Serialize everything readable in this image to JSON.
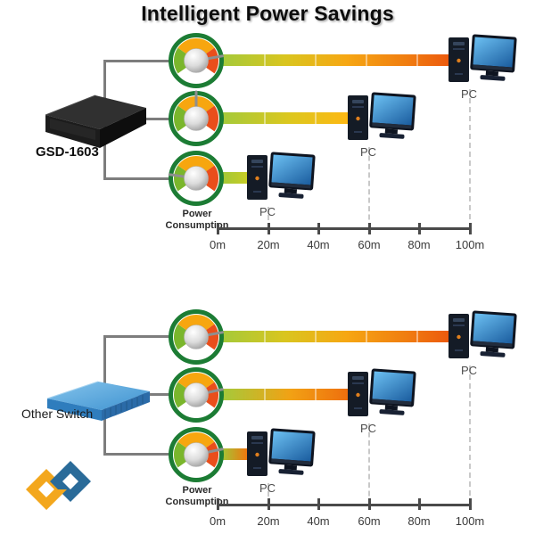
{
  "title": "Intelligent Power Savings",
  "caption": {
    "line1": "Power",
    "line2": "Consumption"
  },
  "ruler_labels": [
    "0m",
    "20m",
    "40m",
    "60m",
    "80m",
    "100m"
  ],
  "pc_label": "PC",
  "sections": [
    {
      "device_label": "GSD-1603",
      "rows": [
        {
          "pc_label": "PC",
          "distance_m": 100,
          "power_level": "high"
        },
        {
          "pc_label": "PC",
          "distance_m": 60,
          "power_level": "medium"
        },
        {
          "pc_label": "PC",
          "distance_m": 20,
          "power_level": "low"
        }
      ]
    },
    {
      "device_label": "Other Switch",
      "rows": [
        {
          "pc_label": "PC",
          "distance_m": 100,
          "power_level": "high"
        },
        {
          "pc_label": "PC",
          "distance_m": 60,
          "power_level": "high"
        },
        {
          "pc_label": "PC",
          "distance_m": 20,
          "power_level": "high"
        }
      ]
    }
  ],
  "colors": {
    "gauge_ring": "#1c7c34",
    "arc_green": "#7ab62c",
    "arc_orange": "#f7a60f",
    "arc_red": "#e94e1b",
    "bar_green": "#a4ca3b",
    "bar_yellow": "#fdb813",
    "bar_orange": "#f07c10",
    "bar_red": "#ec5a0d",
    "connector_gray": "#7d7d7d",
    "logo_yellow": "#f3a71d",
    "logo_blue": "#2a6b99"
  },
  "icons": {
    "gauge": "power-gauge-icon",
    "pc": "pc-icon",
    "switch_black": "gsd-switch-icon",
    "switch_blue": "other-switch-icon",
    "logo": "planet-logo-icon"
  }
}
